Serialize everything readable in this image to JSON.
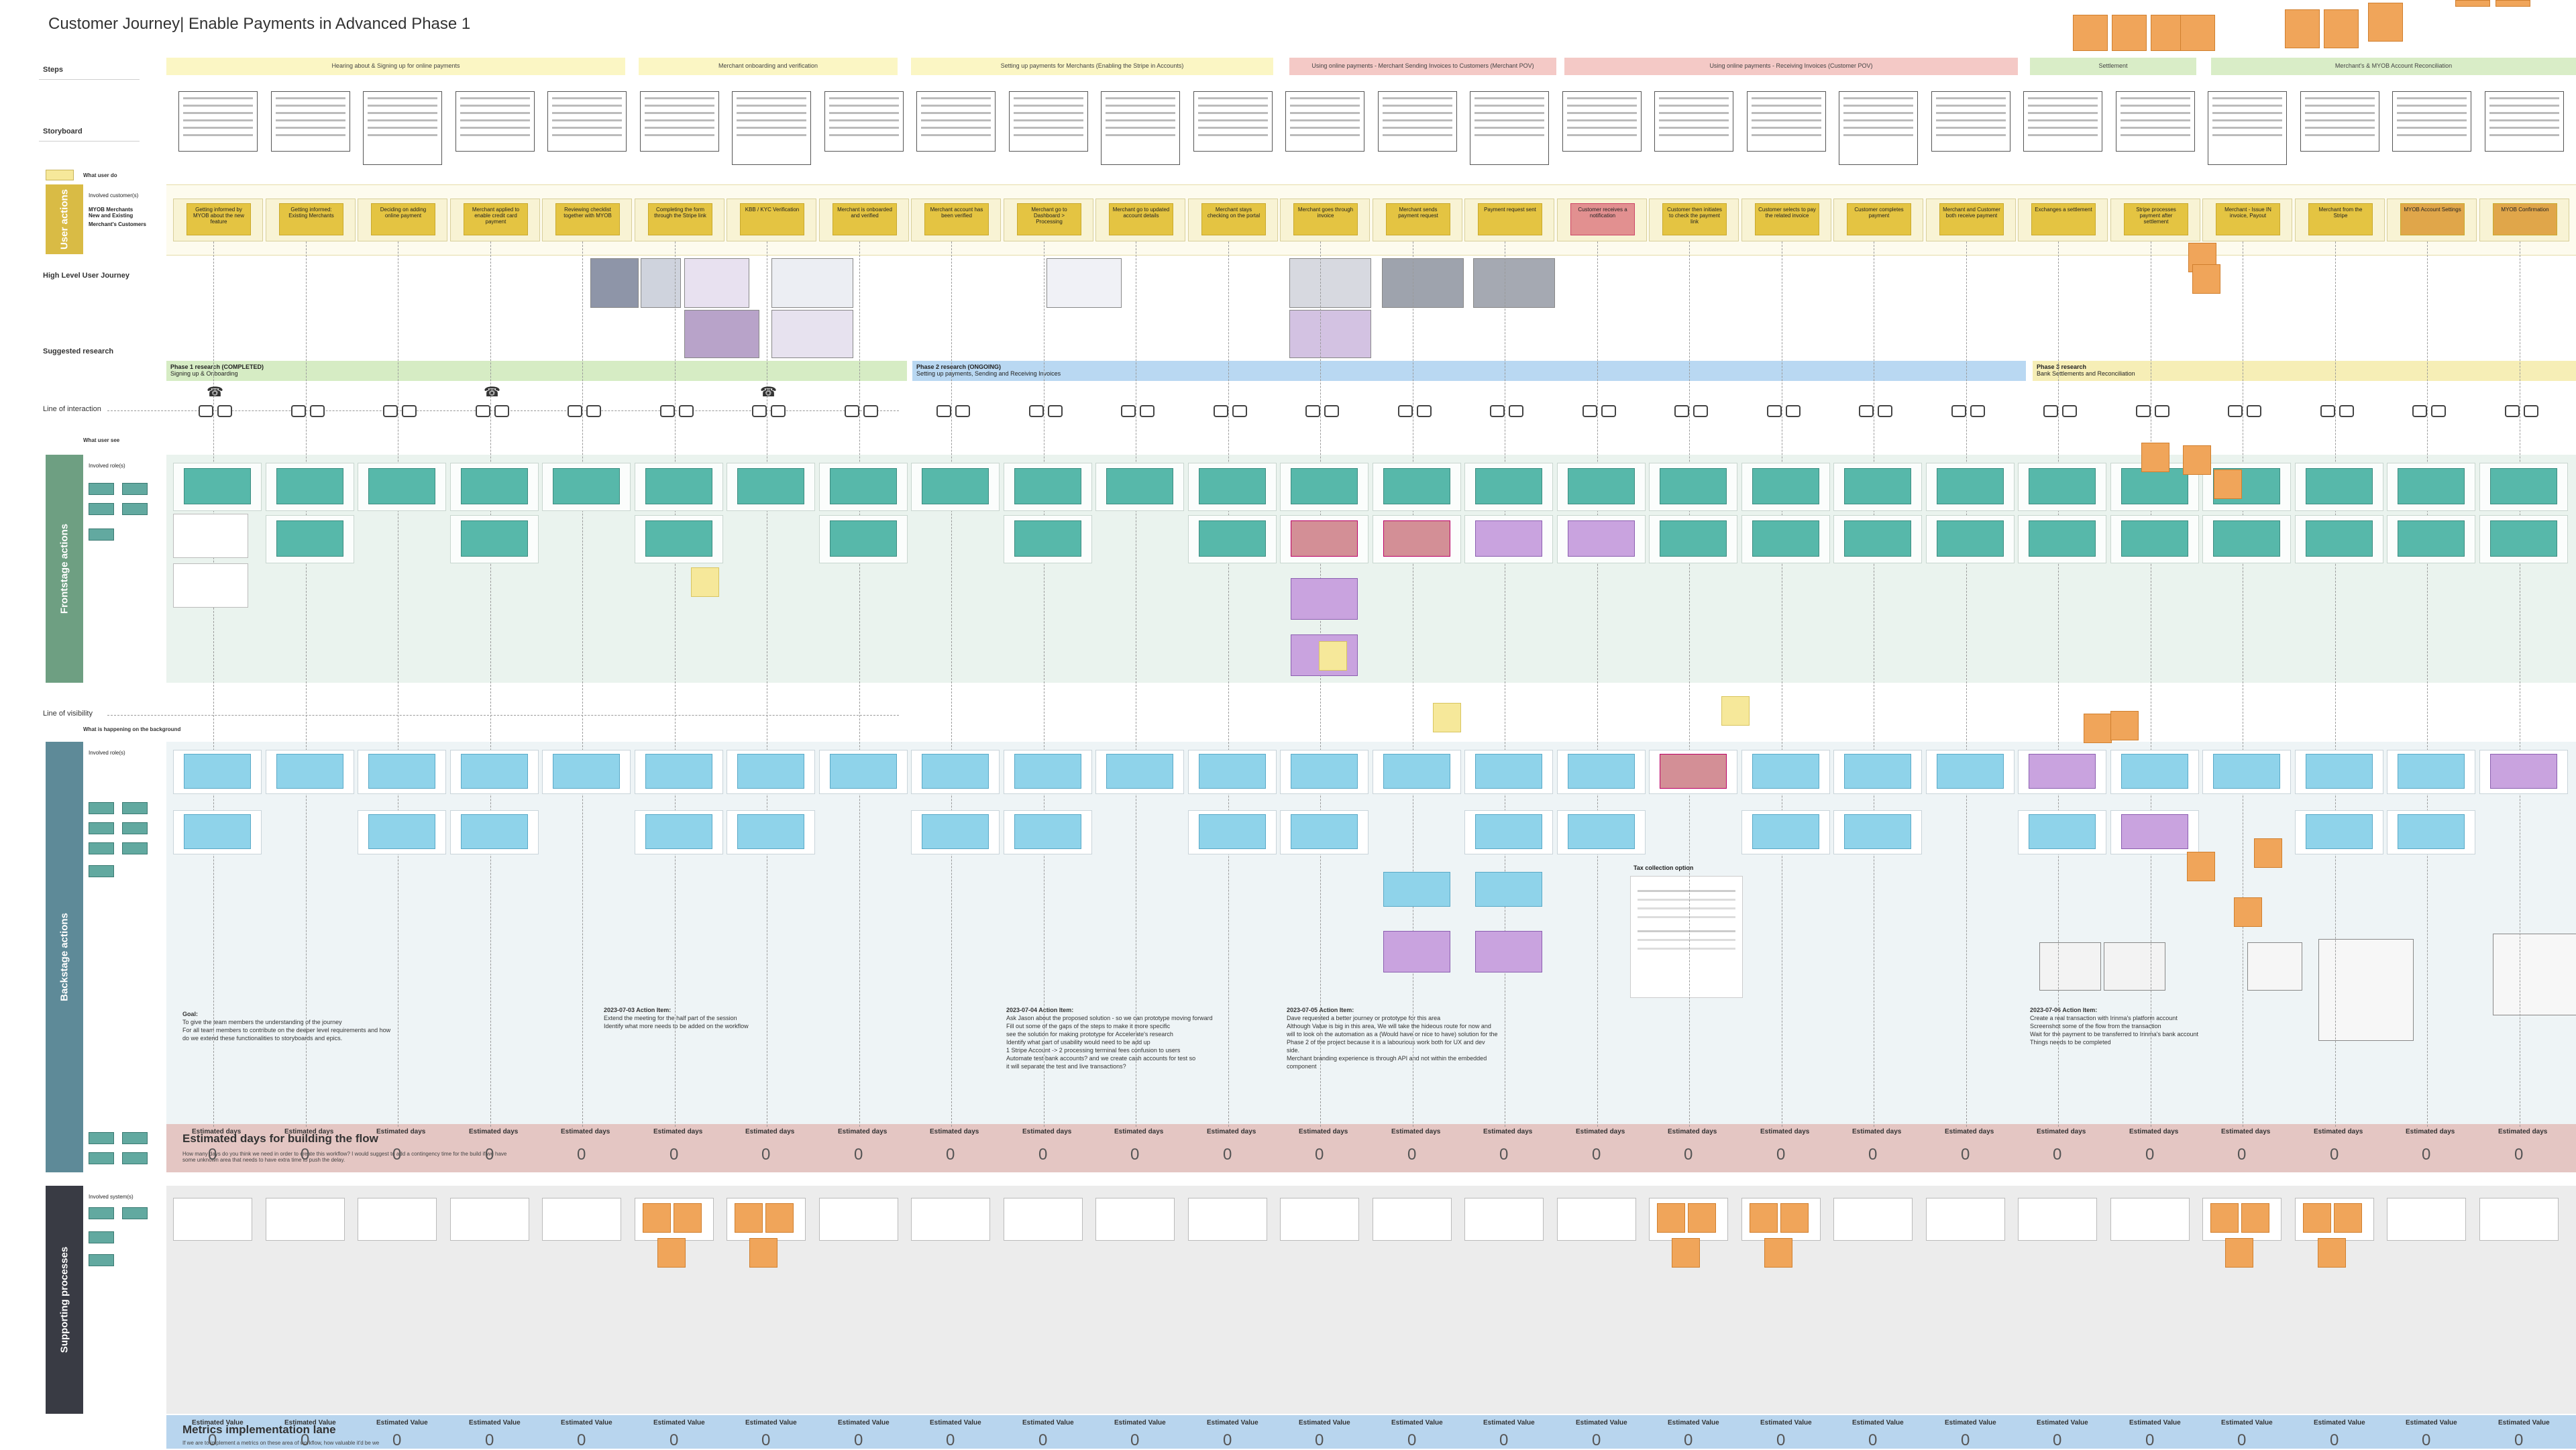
{
  "page": {
    "title": "Customer Journey| Enable Payments in Advanced Phase 1"
  },
  "rows": {
    "steps": "Steps",
    "storyboard": "Storyboard",
    "high_level": "High Level User Journey",
    "suggested_research": "Suggested research",
    "line_of_interaction": "Line of interaction",
    "what_user_see": "What user see",
    "line_of_visibility": "Line of visibility",
    "background": "What is happening on the background",
    "what_user_do": "What user do"
  },
  "lanes": {
    "user_actions": "User actions",
    "frontstage": "Frontstage actions",
    "backstage": "Backstage actions",
    "supporting": "Supporting processes"
  },
  "user_roles": {
    "label": "Involved customer(s)",
    "items": [
      "MYOB Merchants",
      "New and Existing",
      "Merchant's  Customers"
    ]
  },
  "involved_roles_label": "Involved role(s)",
  "involved_systems_label": "Involved system(s)",
  "step_bands": [
    "Hearing about & Signing up for online payments",
    "Merchant onboarding and verification",
    "Setting up payments for Merchants (Enabling the Stripe in Accounts)",
    "Using online payments - Merchant Sending Invoices to Customers (Merchant POV)",
    "Using online payments - Receiving Invoices (Customer POV)",
    "Settlement",
    "Merchant's & MYOB Account Reconciliation"
  ],
  "research_bands": [
    {
      "title": "Phase 1 research (COMPLETED)",
      "sub": "Signing up & Onboarding"
    },
    {
      "title": "Phase 2 research (ONGOING)",
      "sub": "Setting up payments, Sending and Receiving Invoices"
    },
    {
      "title": "Phase 3 research",
      "sub": "Bank Settlements and Reconciliation"
    }
  ],
  "estimate": {
    "title": "Estimated days for building the flow",
    "desc": "How many days do you think we need in order to create this workflow? I would suggest to add a contingency time for the build if we have some unknown area that needs to have extra time to push the delay.",
    "col_label": "Estimated days",
    "value": "0"
  },
  "metrics": {
    "title": "Metrics implementation lane",
    "desc": "If we are to implement a metrics on these area of workflow, how valuable it'd be we",
    "col_label": "Estimated Value",
    "value": "0"
  },
  "notes": {
    "goal_title": "Goal:",
    "goal_lines": [
      "To give the team members the understanding of the journey",
      "For all team members to contribute on the deeper level requirements and how",
      "do we extend these functionalities to storyboards and epics."
    ],
    "a1_title": "2023-07-03 Action Item:",
    "a1_lines": [
      "Extend the meeting for the half part of the session",
      "Identify what more needs to be added on the workflow"
    ],
    "a2_title": "2023-07-04 Action Item:",
    "a2_lines": [
      "Ask Jason about the proposed solution - so we can prototype moving forward",
      "Fill out some of the gaps of the steps to make it more specific",
      "see the solution for making prototype for Accelerate's research",
      "Identify what part of usability would need to be add up",
      "1 Stripe Account -> 2 processing terminal fees confusion to users",
      "Automate test bank accounts? and we create cash accounts for test so",
      "it will separate the test and live transactions?"
    ],
    "a3_title": "2023-07-05 Action Item:",
    "a3_lines": [
      "Dave requested a better journey or prototype for this area",
      "Although Value is big in this area, We will take the hideous route for now and",
      "will to look on the automation as a (Would have or nice to have) solution for the",
      "Phase 2 of the project because it is a labourious work both for UX and dev",
      "side.",
      "Merchant branding experience is through API and not within the embedded",
      "component"
    ],
    "a4_title": "2023-07-06 Action Item:",
    "a4_lines": [
      "Create a real transaction with Irinma's platform account",
      "Screenshot some of the flow from the transaction",
      "Wait for the payment to be transferred to Irinma's bank account",
      "Things needs to be completed"
    ],
    "tax_title": "Tax collection option"
  },
  "ua_cards": [
    "Getting informed by MYOB about the new feature",
    "Getting informed: Existing Merchants",
    "Deciding on adding online payment",
    "Merchant applied to enable credit card payment",
    "Reviewing checklist together with MYOB",
    "Completing the form through the Stripe link",
    "KBB / KYC Verification",
    "Merchant is onboarded and verified",
    "Merchant account has been verified",
    "Merchant go to Dashboard > Processing",
    "Merchant go to updated account details",
    "Merchant stays checking on the portal",
    "Merchant goes through invoice",
    "Merchant sends payment request",
    "Payment request sent",
    "Customer receives a notification",
    "Customer then initiates to check the payment link",
    "Customer selects to pay the related invoice",
    "Customer completes payment",
    "Merchant and Customer both receive payment",
    "Exchanges a settlement",
    "Stripe processes payment after settlement",
    "Merchant - Issue IN invoice, Payout",
    "Merchant from the Stripe",
    "MYOB Account Settings",
    "MYOB Confirmation"
  ]
}
